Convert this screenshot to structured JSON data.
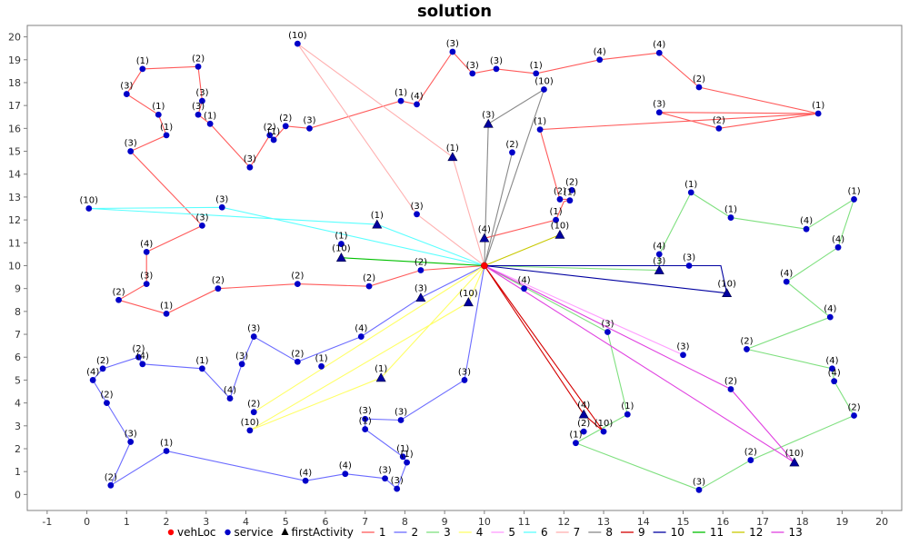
{
  "chart_data": {
    "type": "scatter",
    "title": "solution",
    "xlim": [
      -1.5,
      20.5
    ],
    "ylim": [
      -0.7,
      20.5
    ],
    "x_ticks": [
      -1,
      0,
      1,
      2,
      3,
      4,
      5,
      6,
      7,
      8,
      9,
      10,
      11,
      12,
      13,
      14,
      15,
      16,
      17,
      18,
      19,
      20
    ],
    "y_ticks": [
      0,
      1,
      2,
      3,
      4,
      5,
      6,
      7,
      8,
      9,
      10,
      11,
      12,
      13,
      14,
      15,
      16,
      17,
      18,
      19,
      20
    ],
    "grid": false,
    "legend_position": "bottom",
    "depot": {
      "x": 10.0,
      "y": 10.0
    },
    "colors": {
      "1": "#ff5a5a",
      "2": "#6b6bff",
      "3": "#7fe07f",
      "4": "#ffff66",
      "5": "#ff9bff",
      "6": "#5affff",
      "7": "#ffb0b0",
      "8": "#888888",
      "9": "#d40000",
      "10": "#0000a0",
      "11": "#00c000",
      "12": "#c8c800",
      "13": "#e040e0",
      "depot": "#ff0000",
      "service": "#0000c8",
      "first": "#0000a0"
    },
    "legend": [
      "vehLoc",
      "service",
      "firstActivity",
      "1",
      "2",
      "3",
      "4",
      "5",
      "6",
      "7",
      "8",
      "9",
      "10",
      "11",
      "12",
      "13"
    ],
    "routes": [
      {
        "name": "1",
        "points": [
          [
            10.0,
            11.2
          ],
          [
            11.8,
            12.0
          ],
          [
            12.0,
            12.8
          ],
          [
            12.2,
            12.9
          ],
          [
            11.9,
            12.9
          ],
          [
            11.4,
            15.95
          ],
          [
            18.4,
            16.65
          ],
          [
            15.9,
            16.0
          ],
          [
            14.4,
            16.7
          ],
          [
            18.4,
            16.65
          ],
          [
            15.4,
            17.8
          ],
          [
            14.4,
            19.3
          ],
          [
            12.9,
            19.0
          ],
          [
            11.3,
            18.4
          ],
          [
            10.3,
            18.6
          ],
          [
            9.7,
            18.4
          ],
          [
            9.2,
            19.35
          ],
          [
            8.3,
            17.05
          ],
          [
            7.9,
            17.2
          ],
          [
            5.6,
            16.0
          ],
          [
            5.0,
            16.1
          ],
          [
            4.7,
            15.5
          ],
          [
            4.6,
            15.7
          ],
          [
            4.1,
            14.3
          ],
          [
            3.1,
            16.2
          ],
          [
            2.8,
            16.6
          ],
          [
            2.9,
            17.2
          ],
          [
            2.8,
            18.7
          ],
          [
            1.4,
            18.6
          ],
          [
            1.0,
            17.5
          ],
          [
            1.8,
            16.6
          ],
          [
            2.0,
            15.7
          ],
          [
            1.1,
            15.0
          ],
          [
            2.9,
            11.75
          ],
          [
            1.5,
            10.6
          ],
          [
            1.5,
            9.2
          ],
          [
            0.8,
            8.5
          ],
          [
            2.0,
            7.9
          ],
          [
            3.3,
            9.0
          ],
          [
            5.3,
            9.2
          ],
          [
            7.1,
            9.1
          ],
          [
            8.4,
            9.8
          ],
          [
            10.0,
            10.0
          ]
        ]
      },
      {
        "name": "2",
        "points": [
          [
            10.0,
            10.0
          ],
          [
            8.4,
            8.6
          ],
          [
            6.9,
            6.9
          ],
          [
            5.3,
            5.8
          ],
          [
            4.2,
            6.9
          ],
          [
            3.9,
            5.7
          ],
          [
            3.6,
            4.2
          ],
          [
            2.9,
            5.5
          ],
          [
            1.4,
            5.7
          ],
          [
            1.3,
            6.0
          ],
          [
            0.4,
            5.5
          ],
          [
            0.15,
            5.0
          ],
          [
            0.5,
            4.0
          ],
          [
            1.1,
            2.3
          ],
          [
            0.6,
            0.4
          ],
          [
            2.0,
            1.9
          ],
          [
            5.5,
            0.6
          ],
          [
            6.5,
            0.9
          ],
          [
            7.5,
            0.7
          ],
          [
            7.8,
            0.25
          ],
          [
            8.05,
            1.4
          ],
          [
            7.95,
            1.65
          ],
          [
            7.0,
            2.85
          ],
          [
            7.0,
            3.3
          ],
          [
            7.9,
            3.25
          ],
          [
            9.5,
            5.0
          ],
          [
            10.0,
            10.0
          ]
        ]
      },
      {
        "name": "3",
        "points": [
          [
            10.0,
            10.0
          ],
          [
            13.1,
            7.1
          ],
          [
            13.6,
            3.5
          ],
          [
            12.3,
            2.25
          ],
          [
            15.4,
            0.2
          ],
          [
            16.7,
            1.5
          ],
          [
            19.3,
            3.45
          ],
          [
            18.8,
            4.95
          ],
          [
            18.75,
            5.5
          ],
          [
            16.6,
            6.35
          ],
          [
            18.7,
            7.75
          ],
          [
            17.6,
            9.3
          ],
          [
            18.9,
            10.8
          ],
          [
            19.3,
            12.9
          ],
          [
            18.1,
            11.6
          ],
          [
            16.2,
            12.1
          ],
          [
            15.2,
            13.2
          ],
          [
            14.4,
            10.5
          ],
          [
            14.4,
            9.8
          ],
          [
            10.0,
            10.0
          ]
        ]
      },
      {
        "name": "4",
        "points": [
          [
            10.0,
            10.0
          ],
          [
            7.4,
            5.1
          ],
          [
            4.1,
            2.8
          ],
          [
            9.6,
            8.4
          ],
          [
            10.0,
            10.0
          ],
          [
            4.2,
            3.6
          ]
        ]
      },
      {
        "name": "5",
        "points": [
          [
            10.0,
            10.0
          ],
          [
            15.0,
            6.1
          ]
        ]
      },
      {
        "name": "6",
        "points": [
          [
            10.0,
            10.0
          ],
          [
            3.4,
            12.55
          ],
          [
            0.05,
            12.5
          ],
          [
            7.3,
            11.8
          ],
          [
            10.0,
            10.0
          ]
        ]
      },
      {
        "name": "7",
        "points": [
          [
            10.0,
            10.0
          ],
          [
            9.2,
            14.75
          ],
          [
            5.3,
            19.7
          ],
          [
            8.3,
            12.25
          ],
          [
            10.0,
            10.0
          ]
        ]
      },
      {
        "name": "8",
        "points": [
          [
            10.0,
            10.0
          ],
          [
            11.5,
            17.7
          ],
          [
            10.1,
            16.2
          ],
          [
            10.0,
            10.0
          ],
          [
            10.7,
            14.95
          ]
        ]
      },
      {
        "name": "9",
        "points": [
          [
            10.0,
            10.0
          ],
          [
            12.5,
            3.5
          ],
          [
            13.0,
            2.75
          ],
          [
            10.0,
            10.0
          ]
        ]
      },
      {
        "name": "10",
        "points": [
          [
            10.0,
            10.0
          ],
          [
            15.95,
            10.0
          ],
          [
            16.1,
            8.8
          ],
          [
            10.0,
            10.0
          ]
        ]
      },
      {
        "name": "11",
        "points": [
          [
            10.0,
            10.0
          ],
          [
            6.4,
            10.35
          ],
          [
            10.0,
            10.0
          ]
        ]
      },
      {
        "name": "12",
        "points": [
          [
            10.0,
            10.0
          ],
          [
            11.9,
            11.35
          ],
          [
            10.0,
            10.0
          ]
        ]
      },
      {
        "name": "13",
        "points": [
          [
            10.0,
            10.0
          ],
          [
            17.8,
            1.4
          ],
          [
            16.2,
            4.6
          ],
          [
            10.0,
            10.0
          ]
        ]
      }
    ],
    "services": [
      [
        1.4,
        18.6,
        "(1)"
      ],
      [
        2.8,
        18.7,
        "(2)"
      ],
      [
        1.0,
        17.5,
        "(3)"
      ],
      [
        1.8,
        16.6,
        "(1)"
      ],
      [
        2.0,
        15.7,
        "(1)"
      ],
      [
        1.1,
        15.0,
        "(3)"
      ],
      [
        2.9,
        17.2,
        "(3)"
      ],
      [
        2.8,
        16.6,
        "(3)"
      ],
      [
        3.1,
        16.2,
        "(1)"
      ],
      [
        4.1,
        14.3,
        "(3)"
      ],
      [
        4.6,
        15.7,
        "(2)"
      ],
      [
        4.7,
        15.5,
        "(1)"
      ],
      [
        5.0,
        16.1,
        "(2)"
      ],
      [
        5.6,
        16.0,
        "(3)"
      ],
      [
        7.9,
        17.2,
        "(1)"
      ],
      [
        8.3,
        17.05,
        "(4)"
      ],
      [
        5.3,
        19.7,
        "(10)"
      ],
      [
        9.2,
        19.35,
        "(3)"
      ],
      [
        9.7,
        18.4,
        "(3)"
      ],
      [
        10.3,
        18.6,
        "(3)"
      ],
      [
        11.3,
        18.4,
        "(1)"
      ],
      [
        12.9,
        19.0,
        "(4)"
      ],
      [
        14.4,
        19.3,
        "(4)"
      ],
      [
        15.4,
        17.8,
        "(2)"
      ],
      [
        18.4,
        16.65,
        "(1)"
      ],
      [
        14.4,
        16.7,
        "(3)"
      ],
      [
        15.9,
        16.0,
        "(2)"
      ],
      [
        11.4,
        15.95,
        "(1)"
      ],
      [
        11.5,
        17.7,
        "(10)"
      ],
      [
        10.7,
        14.95,
        "(2)"
      ],
      [
        12.2,
        13.3,
        "(2)"
      ],
      [
        11.9,
        12.9,
        "(2)"
      ],
      [
        12.15,
        12.85,
        "(1)"
      ],
      [
        11.8,
        12.0,
        "(1)"
      ],
      [
        0.05,
        12.5,
        "(10)"
      ],
      [
        3.4,
        12.55,
        "(3)"
      ],
      [
        2.9,
        11.75,
        "(3)"
      ],
      [
        8.3,
        12.25,
        "(3)"
      ],
      [
        1.5,
        10.6,
        "(4)"
      ],
      [
        6.4,
        10.95,
        "(1)"
      ],
      [
        1.5,
        9.2,
        "(3)"
      ],
      [
        0.8,
        8.5,
        "(2)"
      ],
      [
        2.0,
        7.9,
        "(1)"
      ],
      [
        3.3,
        9.0,
        "(2)"
      ],
      [
        5.3,
        9.2,
        "(2)"
      ],
      [
        7.1,
        9.1,
        "(2)"
      ],
      [
        8.4,
        9.8,
        "(2)"
      ],
      [
        11.0,
        9.0,
        "(4)"
      ],
      [
        15.15,
        10.0,
        "(3)"
      ],
      [
        14.4,
        10.5,
        "(4)"
      ],
      [
        15.2,
        13.2,
        "(1)"
      ],
      [
        16.2,
        12.1,
        "(1)"
      ],
      [
        18.1,
        11.6,
        "(4)"
      ],
      [
        19.3,
        12.9,
        "(1)"
      ],
      [
        18.9,
        10.8,
        "(4)"
      ],
      [
        17.6,
        9.3,
        "(4)"
      ],
      [
        18.7,
        7.75,
        "(4)"
      ],
      [
        16.6,
        6.35,
        "(2)"
      ],
      [
        18.75,
        5.5,
        "(4)"
      ],
      [
        18.8,
        4.95,
        "(4)"
      ],
      [
        19.3,
        3.45,
        "(2)"
      ],
      [
        16.7,
        1.5,
        "(2)"
      ],
      [
        15.4,
        0.2,
        "(3)"
      ],
      [
        12.3,
        2.25,
        "(1)"
      ],
      [
        12.5,
        2.75,
        "(2)"
      ],
      [
        13.0,
        2.75,
        "(10)"
      ],
      [
        13.6,
        3.5,
        "(1)"
      ],
      [
        13.1,
        7.1,
        "(3)"
      ],
      [
        15.0,
        6.1,
        "(3)"
      ],
      [
        16.2,
        4.6,
        "(2)"
      ],
      [
        4.2,
        6.9,
        "(3)"
      ],
      [
        6.9,
        6.9,
        "(4)"
      ],
      [
        5.3,
        5.8,
        "(2)"
      ],
      [
        5.9,
        5.6,
        "(1)"
      ],
      [
        3.9,
        5.7,
        "(3)"
      ],
      [
        3.6,
        4.2,
        "(4)"
      ],
      [
        2.9,
        5.5,
        "(1)"
      ],
      [
        1.4,
        5.7,
        "(4)"
      ],
      [
        1.3,
        6.0,
        "(2)"
      ],
      [
        0.4,
        5.5,
        "(2)"
      ],
      [
        0.15,
        5.0,
        "(4)"
      ],
      [
        0.5,
        4.0,
        "(2)"
      ],
      [
        1.1,
        2.3,
        "(3)"
      ],
      [
        0.6,
        0.4,
        "(2)"
      ],
      [
        2.0,
        1.9,
        "(1)"
      ],
      [
        4.2,
        3.6,
        "(2)"
      ],
      [
        4.1,
        2.8,
        "(10)"
      ],
      [
        5.5,
        0.6,
        "(4)"
      ],
      [
        6.5,
        0.9,
        "(4)"
      ],
      [
        7.5,
        0.7,
        "(3)"
      ],
      [
        7.8,
        0.25,
        "(3)"
      ],
      [
        7.95,
        1.65,
        "(1)"
      ],
      [
        8.05,
        1.4,
        "(1)"
      ],
      [
        7.0,
        3.3,
        "(3)"
      ],
      [
        7.0,
        2.85,
        "(1)"
      ],
      [
        7.9,
        3.25,
        "(3)"
      ],
      [
        9.5,
        5.0,
        "(3)"
      ]
    ],
    "first_activities": [
      [
        10.1,
        16.2,
        "(3)"
      ],
      [
        9.2,
        14.75,
        "(1)"
      ],
      [
        7.3,
        11.8,
        "(1)"
      ],
      [
        10.0,
        11.2,
        "(4)"
      ],
      [
        11.9,
        11.35,
        "(10)"
      ],
      [
        6.4,
        10.35,
        "(10)"
      ],
      [
        8.4,
        8.6,
        "(3)"
      ],
      [
        9.6,
        8.4,
        "(10)"
      ],
      [
        14.4,
        9.8,
        "(3)"
      ],
      [
        16.1,
        8.8,
        "(10)"
      ],
      [
        7.4,
        5.1,
        "(1)"
      ],
      [
        12.5,
        3.5,
        "(4)"
      ],
      [
        17.8,
        1.4,
        "(10)"
      ]
    ]
  }
}
